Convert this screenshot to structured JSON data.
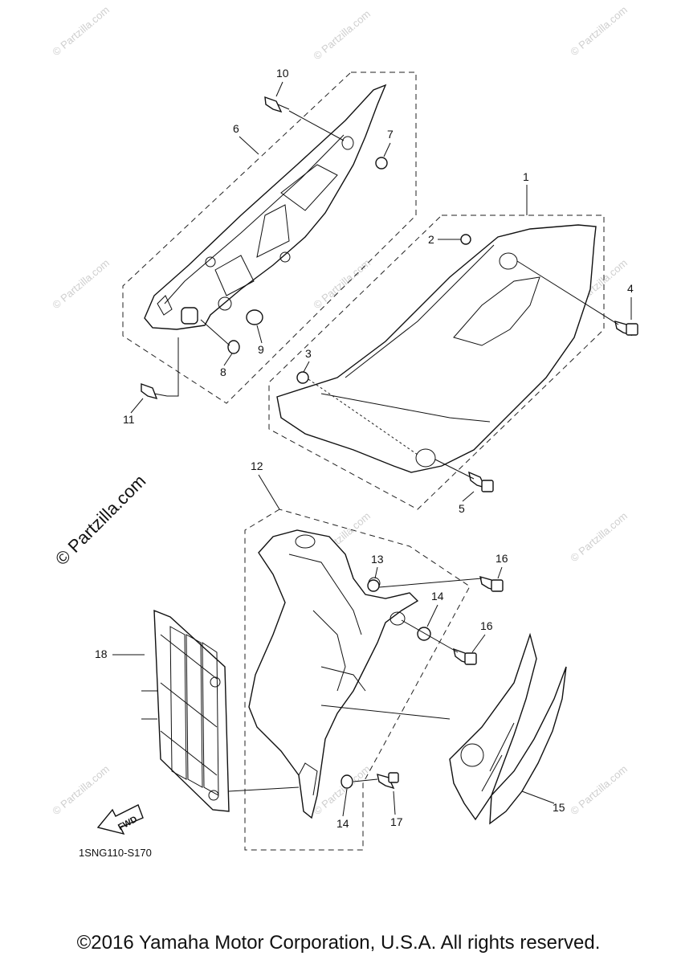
{
  "callouts": [
    "1",
    "2",
    "3",
    "4",
    "5",
    "6",
    "7",
    "8",
    "9",
    "10",
    "11",
    "12",
    "13",
    "14",
    "14",
    "15",
    "16",
    "16",
    "17",
    "18"
  ],
  "fwd_arrow_label": "FWD",
  "diagram_code": "1SNG110-S170",
  "watermark_main": "© Partzilla.com",
  "watermark_faint": "© Partzilla.com",
  "copyright": "©2016 Yamaha Motor Corporation, U.S.A. All rights reserved."
}
